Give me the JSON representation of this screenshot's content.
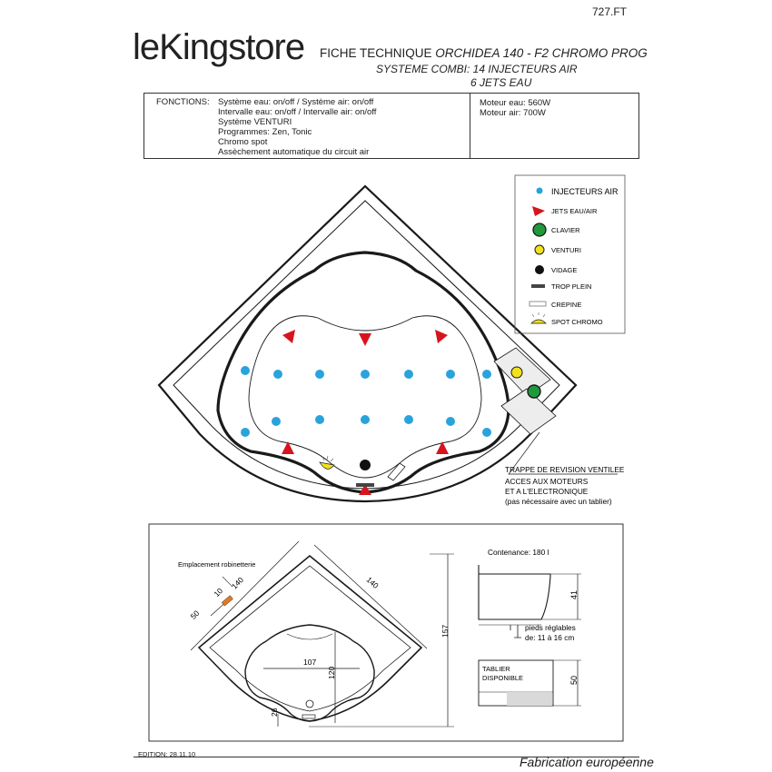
{
  "doc": {
    "ref": "727.FT",
    "brand": "leKingstore",
    "title_prefix": "FICHE TECHNIQUE ",
    "title_model": "ORCHIDEA 140 - F2 CHROMO PROG",
    "system_line": "SYSTEME COMBI:  14 INJECTEURS AIR",
    "jets_line": "6 JETS EAU",
    "edition": "EDITION: 28.11.10",
    "fabrication": "Fabrication européenne"
  },
  "functions": {
    "label": "FONCTIONS:",
    "lines": [
      "Système eau: on/off  /  Système air: on/off",
      "Intervalle eau: on/off  /  Intervalle air: on/off",
      "Système VENTURI",
      "Programmes: Zen, Tonic",
      "Chromo spot",
      "Assèchement automatique du circuit air"
    ]
  },
  "motors": {
    "water": "Moteur eau: 560W",
    "air": "Moteur air:   700W"
  },
  "legend": {
    "items": [
      {
        "label": "INJECTEURS  AIR",
        "icon": "blue-dot",
        "color": "#29a3dc"
      },
      {
        "label": "JETS EAU/AIR",
        "icon": "red-triangle",
        "color": "#d7141e"
      },
      {
        "label": "CLAVIER",
        "icon": "green-circle",
        "color": "#1e9a3c"
      },
      {
        "label": "VENTURI",
        "icon": "yellow-circle",
        "color": "#f2e21b"
      },
      {
        "label": "VIDAGE",
        "icon": "black-dot",
        "color": "#111111"
      },
      {
        "label": "TROP PLEIN",
        "icon": "gray-bar",
        "color": "#555555"
      },
      {
        "label": "CREPINE",
        "icon": "rectangle-outline",
        "color": "#777777"
      },
      {
        "label": "SPOT CHROMO",
        "icon": "spot-lamp",
        "color": "#f2e21b"
      }
    ]
  },
  "trappe": {
    "lines": [
      "TRAPPE DE REVISION VENTILEE",
      "ACCES AUX MOTEURS",
      "ET A L'ELECTRONIQUE",
      "(pas nécessaire avec un tablier)"
    ]
  },
  "dimensions": {
    "robinet_label": "Emplacement robinetterie",
    "d10": "10",
    "d50": "50",
    "d140a": "140",
    "d140b": "140",
    "d107": "107",
    "d120": "120",
    "d157": "157",
    "d26": "26",
    "contenance": "Contenance: 180 l",
    "d41": "41",
    "pieds_1": "pieds réglables",
    "pieds_2": "de: 11 à 16 cm",
    "tablier_1": "TABLIER",
    "tablier_2": "DISPONIBLE",
    "d50b": "50"
  }
}
